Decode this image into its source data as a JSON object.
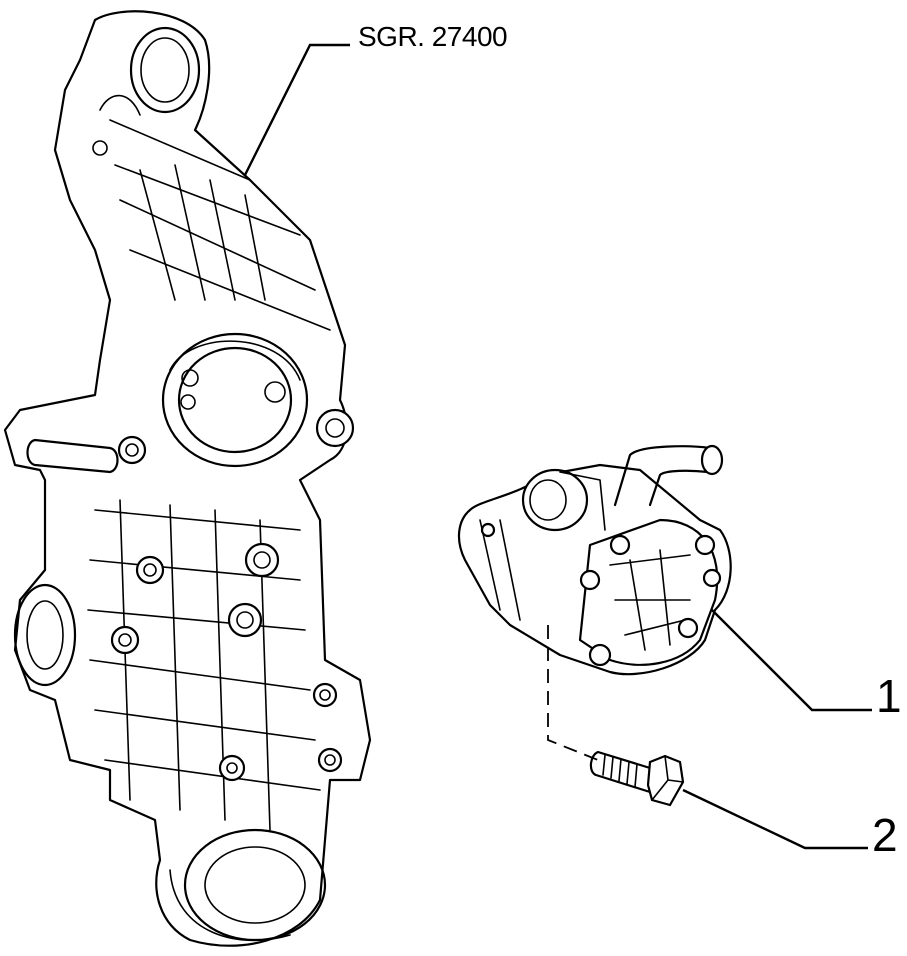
{
  "labels": {
    "reference": "SGR. 27400",
    "part_1": "1",
    "part_2": "2"
  },
  "parts": {
    "bracket": "bracket-drawing",
    "pump": "pump-drawing",
    "bolt": "bolt-drawing"
  },
  "colors": {
    "ink": "#000000",
    "paper": "#ffffff"
  }
}
